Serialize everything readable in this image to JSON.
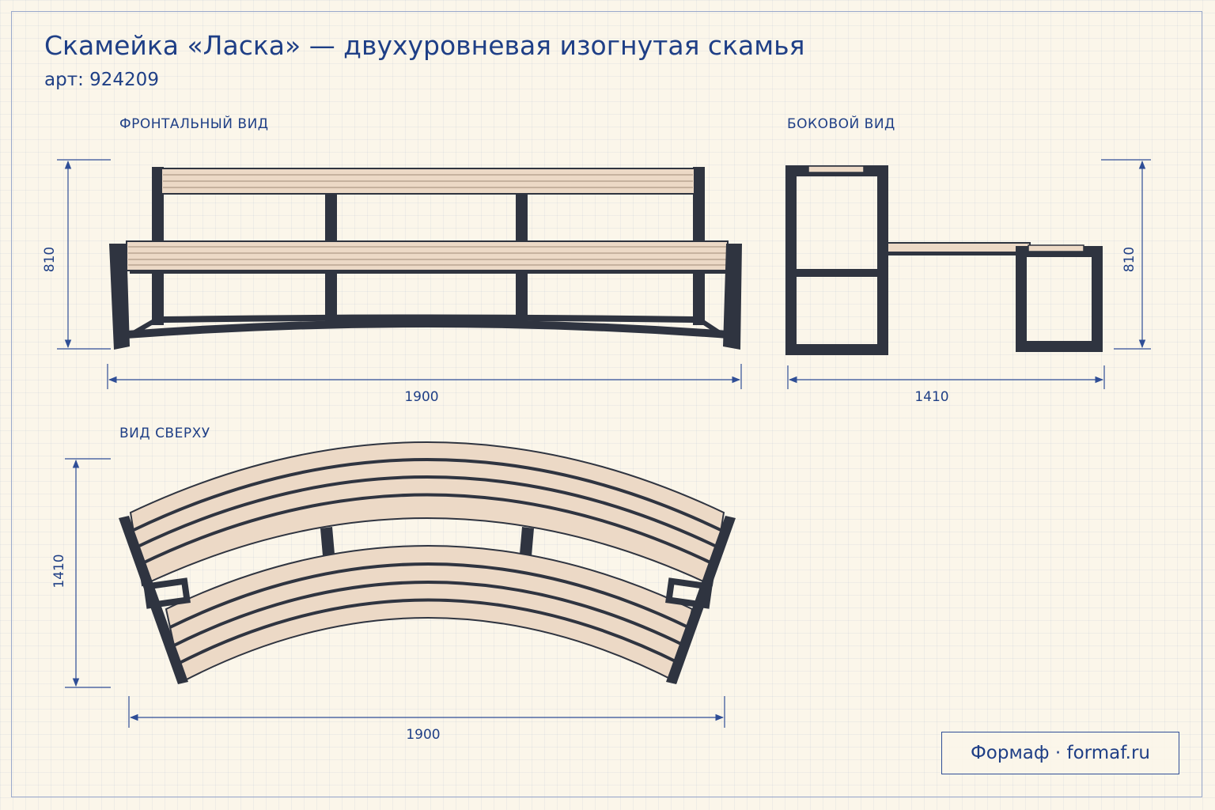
{
  "header": {
    "title": "Скамейка «Ласка» — двухуровневая изогнутая скамья",
    "article": "арт: 924209"
  },
  "views": {
    "front": "ФРОНТАЛЬНЫЙ ВИД",
    "side": "БОКОВОЙ ВИД",
    "top": "ВИД СВЕРХУ"
  },
  "dimensions": {
    "front_height": "810",
    "front_width": "1900",
    "side_height": "810",
    "side_depth": "1410",
    "top_depth": "1410",
    "top_width": "1900"
  },
  "brand": "Формаф · formaf.ru",
  "colors": {
    "paper": "#fbf6ea",
    "ink": "#1f3f86",
    "metal": "#2f3440",
    "wood": "#ecd9c6"
  }
}
